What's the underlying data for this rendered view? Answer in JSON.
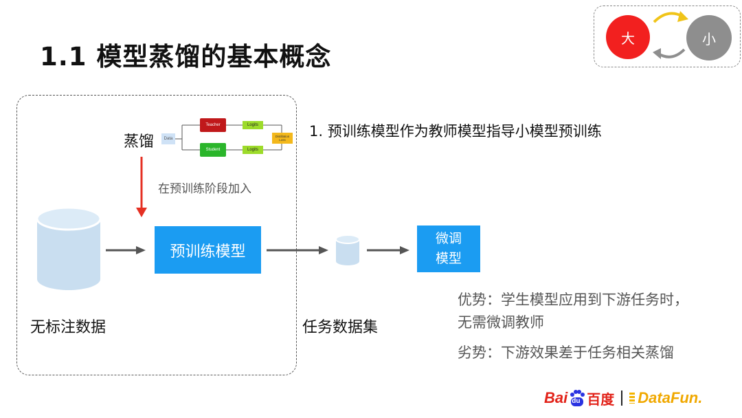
{
  "title": "1.1 模型蒸馏的基本概念",
  "badge": {
    "big": "大",
    "small": "小"
  },
  "diagram": {
    "distill_label": "蒸馏",
    "pretrain_stage": "在预训练阶段加入",
    "pretrain_model": "预训练模型",
    "unlabeled_data": "无标注数据",
    "task_dataset": "任务数据集",
    "finetune_line1": "微调",
    "finetune_line2": "模型",
    "mini": {
      "data": "Data",
      "teacher": "Teacher",
      "student": "Student",
      "logits1": "Logits",
      "logits2": "Logits",
      "loss": "Distillation Loss"
    }
  },
  "notes": {
    "point1": "1. 预训练模型作为教师模型指导小模型预训练",
    "pros_line1": "优势：学生模型应用到下游任务时，",
    "pros_line2": "无需微调教师",
    "cons": "劣势：下游效果差于任务相关蒸馏"
  },
  "footer": {
    "baidu": "Bai",
    "du": "du",
    "baidu_cn": "百度",
    "datafun": "DataFun."
  },
  "colors": {
    "accent_blue": "#1b9cf2",
    "red_arrow": "#e53023",
    "cylinder": "#c9def0"
  }
}
